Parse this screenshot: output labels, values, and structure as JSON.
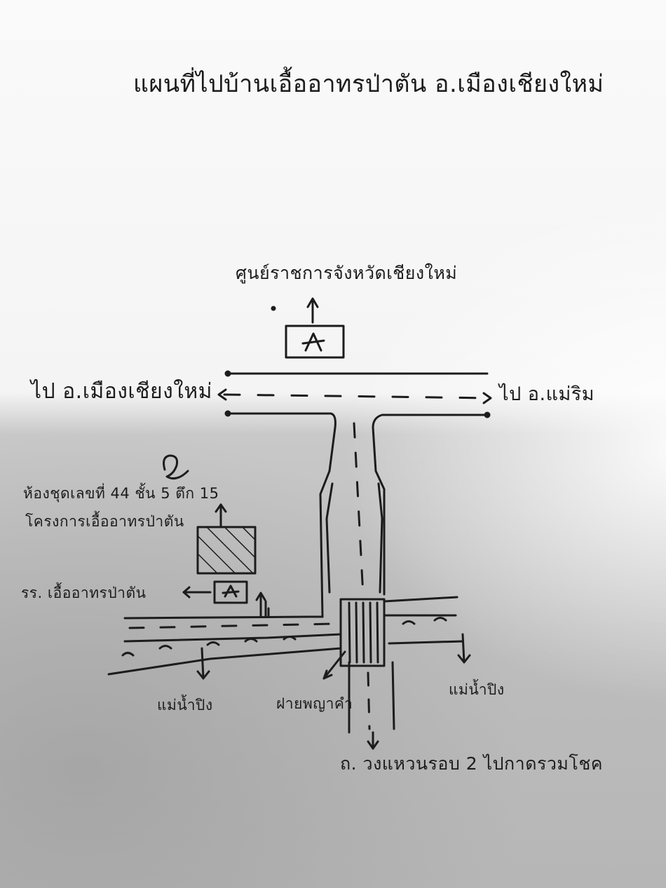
{
  "map": {
    "title": "แผนที่ไปบ้านเอื้ออาทรป่าตัน อ.เมืองเชียงใหม่",
    "labels": {
      "govt_center": "ศูนย์ราชการจังหวัดเชียงใหม่",
      "to_muang": "ไป อ.เมืองเชียงใหม่",
      "to_maerim": "ไป อ.แม่ริม",
      "room": "ห้องชุดเลขที่ 44 ชั้น 5 ตึก 15",
      "project": "โครงการเอื้ออาทรป่าตัน",
      "school": "รร. เอื้ออาทรป่าตัน",
      "ping_left": "แม่น้ำปิง",
      "weir": "ฝายพญาคำ",
      "ping_right": "แม่น้ำปิง",
      "ring_road": "ถ. วงแหวนรอบ 2 ไปกาดรวมโชค"
    },
    "icon_letter": "A",
    "ink_color": "#1c1c1c"
  }
}
